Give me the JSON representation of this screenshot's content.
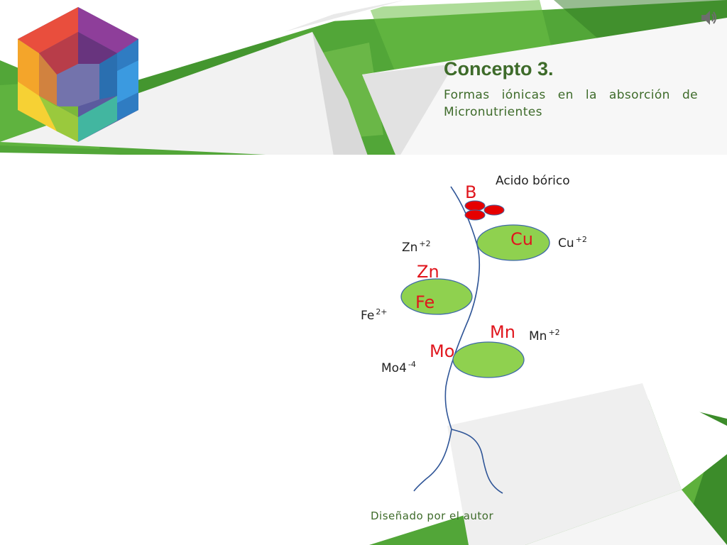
{
  "slide": {
    "title": "Concepto 3.",
    "subtitle_line1": "Formas iónicas en la absorción de",
    "subtitle_line2": "Micronutrientes",
    "credit": "Diseñado por el autor",
    "audio_icon": "speaker-icon",
    "logo_icon": "colored-cube-logo"
  },
  "diagram": {
    "boric_acid_label": "Acido bórico",
    "elements": {
      "b": "B",
      "cu": "Cu",
      "zn": "Zn",
      "fe": "Fe",
      "mn": "Mn",
      "mo": "Mo"
    },
    "ions": {
      "cu": {
        "base": "Cu",
        "charge": "+2"
      },
      "zn": {
        "base": "Zn",
        "charge": "+2"
      },
      "fe": {
        "base": "Fe",
        "charge": "2+"
      },
      "mn": {
        "base": "Mn",
        "charge": "+2"
      },
      "mo": {
        "base": "Mo4",
        "charge": "-4"
      }
    }
  },
  "colors": {
    "background_green": "#4ea234",
    "ellipse_fill": "#8fd14f",
    "ellipse_stroke": "#3f6aa8",
    "boron_red": "#e60000",
    "root_line": "#2f5597",
    "title_green": "#3e6b2a"
  }
}
